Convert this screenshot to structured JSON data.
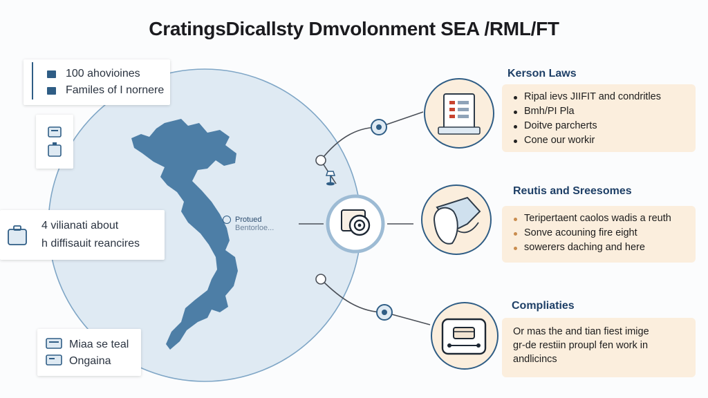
{
  "title": "CratingsDicallsty Dmvolonment SEA /RML/FT",
  "left_panels": {
    "top": [
      "100 ahovioines",
      "Familes of I nornere"
    ],
    "middle": [
      "4 vilianati about",
      "h diffisauit reancires"
    ],
    "bottom": [
      "Miaa se teal",
      "Ongaina"
    ]
  },
  "map_label": [
    "Protued",
    "Bentorloe..."
  ],
  "right_sections": [
    {
      "heading": "Kerson Laws",
      "items": [
        "Ripal ievs JIIFIT and condritles",
        "Bmh/PI Pla",
        "Doitve parcherts",
        "Cone our workir"
      ]
    },
    {
      "heading": "Reutis and Sreesomes",
      "items": [
        "Teripertaent caolos wadis a reuth",
        "Sonve acouning fire eight",
        "sowerers daching and here"
      ]
    },
    {
      "heading": "Compliaties",
      "lines": [
        "Or mas the and tian fiest imige",
        "gr-de restiin proupl fen work in",
        "andlicincs"
      ]
    }
  ],
  "colors": {
    "map_fill": "#4d7ea6",
    "circle_fill": "#dfeaf3",
    "accent_navy": "#1e3f66",
    "note_bg": "#fbeedd",
    "icon_circle_fill": "#fbeedd"
  },
  "icons": [
    "checkbox-icon",
    "document-icon",
    "briefcase-icon",
    "monitor-icon",
    "hub-icon",
    "list-document-icon",
    "cap-icon",
    "router-icon",
    "pin-icon"
  ]
}
